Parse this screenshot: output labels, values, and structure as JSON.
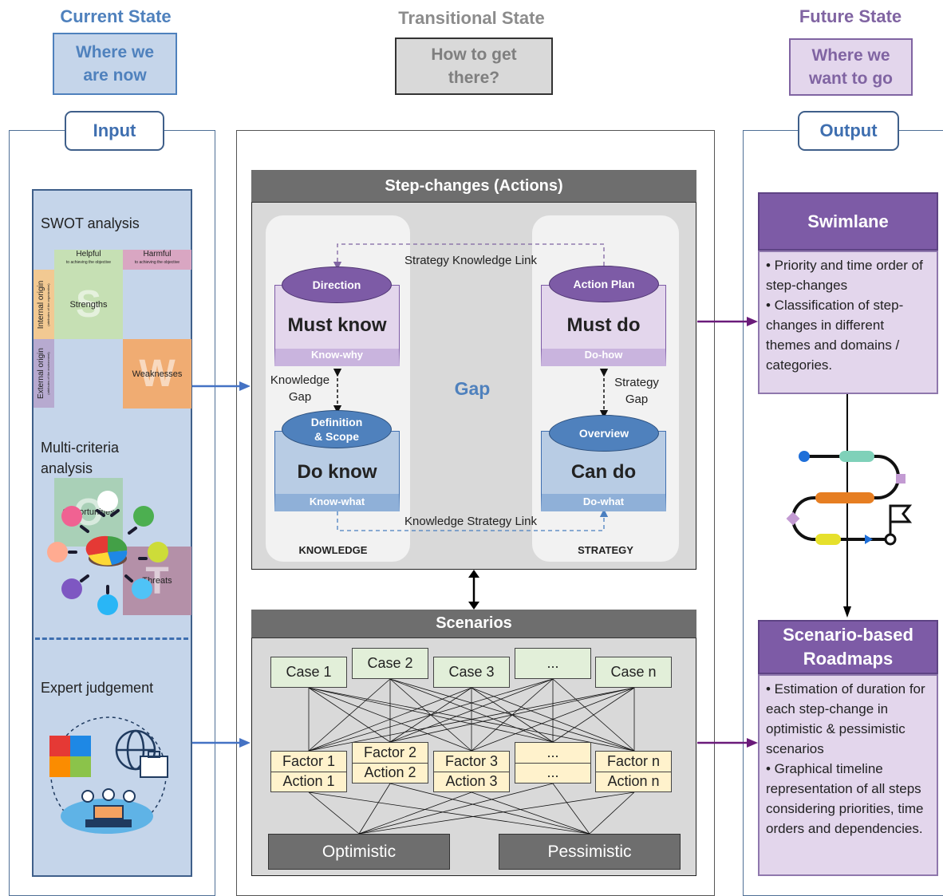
{
  "header": {
    "current": {
      "title": "Current State",
      "box": "Where we are now"
    },
    "transitional": {
      "title": "Transitional State",
      "box": "How to get there?"
    },
    "future": {
      "title": "Future State",
      "box": "Where we want to go"
    }
  },
  "input": {
    "tab": "Input",
    "swot_title": "SWOT analysis",
    "swot": {
      "helpful": "Helpful",
      "helpful_sub": "to achieving the objective",
      "harmful": "Harmful",
      "harmful_sub": "to achieving the objective",
      "internal": "Internal origin",
      "internal_sub": "(attributes of the organization)",
      "external": "External origin",
      "external_sub": "(attributes of the environment)",
      "strengths": "Strengths",
      "weaknesses": "Weaknesses",
      "opportunities": "Opportunities",
      "threats": "Threats",
      "letters": [
        "S",
        "W",
        "O",
        "T"
      ]
    },
    "mca_title": "Multi-criteria analysis",
    "expert_title": "Expert judgement"
  },
  "step_changes": {
    "title": "Step-changes (Actions)",
    "gap": "Gap",
    "knowledge_label": "KNOWLEDGE",
    "strategy_label": "STRATEGY",
    "top_link": "Strategy Knowledge Link",
    "bottom_link": "Knowledge Strategy Link",
    "knowledge_gap": [
      "Knowledge",
      "Gap"
    ],
    "strategy_gap": [
      "Strategy",
      "Gap"
    ],
    "must_know": {
      "ellipse": "Direction",
      "title": "Must know",
      "sub": "Know-why"
    },
    "do_know": {
      "ellipse_1": "Definition",
      "ellipse_2": "& Scope",
      "title": "Do know",
      "sub": "Know-what"
    },
    "must_do": {
      "ellipse": "Action Plan",
      "title": "Must do",
      "sub": "Do-how"
    },
    "can_do": {
      "ellipse": "Overview",
      "title": "Can do",
      "sub": "Do-what"
    }
  },
  "scenarios": {
    "title": "Scenarios",
    "cases": [
      "Case 1",
      "Case 2",
      "Case 3",
      "...",
      "Case n"
    ],
    "factors": [
      {
        "factor": "Factor 1",
        "action": "Action 1"
      },
      {
        "factor": "Factor 2",
        "action": "Action 2"
      },
      {
        "factor": "Factor 3",
        "action": "Action 3"
      },
      {
        "factor": "...",
        "action": "..."
      },
      {
        "factor": "Factor n",
        "action": "Action n"
      }
    ],
    "optimistic": "Optimistic",
    "pessimistic": "Pessimistic"
  },
  "output": {
    "tab": "Output",
    "swimlane": {
      "title": "Swimlane",
      "bullets": [
        "• Priority and time order of step-changes",
        "• Classification of step-changes in different themes and domains / categories."
      ]
    },
    "roadmaps": {
      "title_1": "Scenario-based",
      "title_2": "Roadmaps",
      "bullets": [
        "• Estimation of duration for each step-change in optimistic & pessimistic scenarios",
        "• Graphical timeline representation of all steps considering priorities, time orders and dependencies."
      ]
    }
  },
  "colors": {
    "current": "#4f81bd",
    "transitional": "#8c8c8c",
    "future": "#8064a2",
    "input_fill": "#c5d5ea",
    "purple_header": "#7d5ba6",
    "link_purple": "#6a1b7a",
    "link_blue": "#4472c4"
  }
}
